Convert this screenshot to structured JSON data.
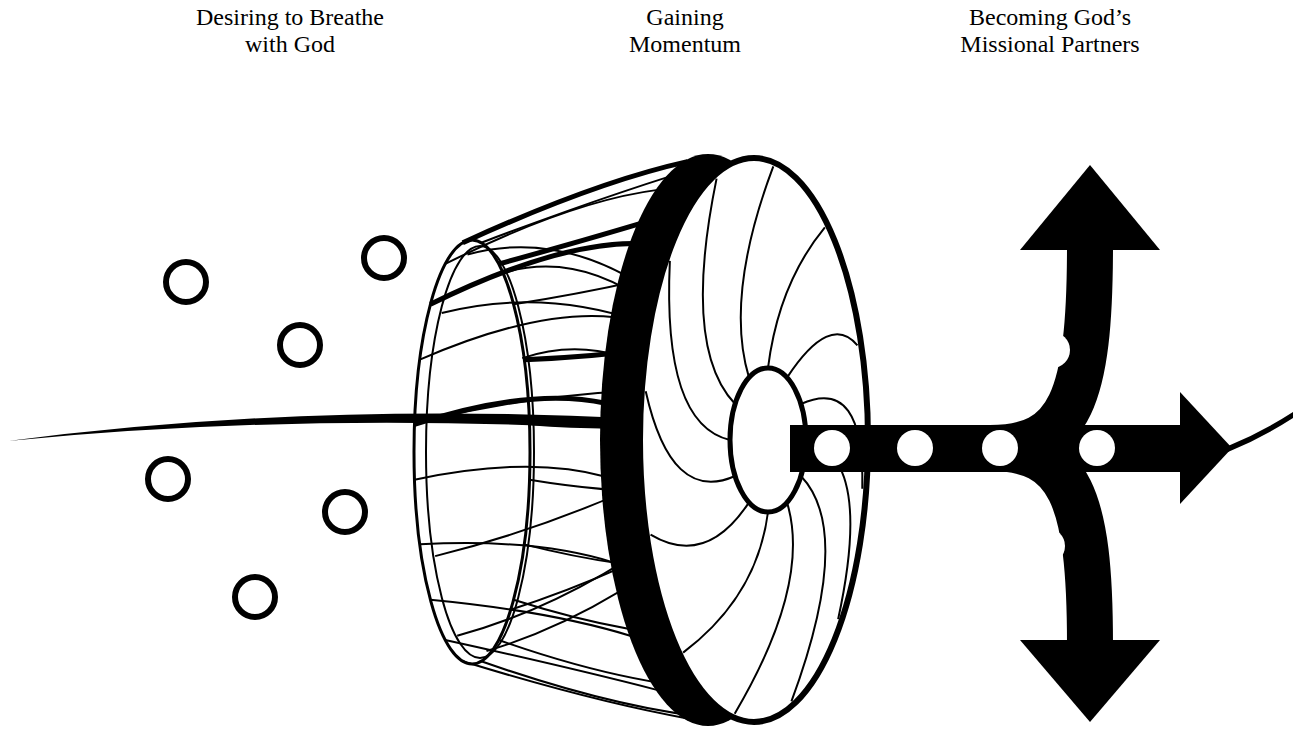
{
  "diagram": {
    "labels": [
      "Desiring to Breathe with God",
      "Gaining Momentum",
      "Becoming God’s Missional Partners"
    ]
  }
}
